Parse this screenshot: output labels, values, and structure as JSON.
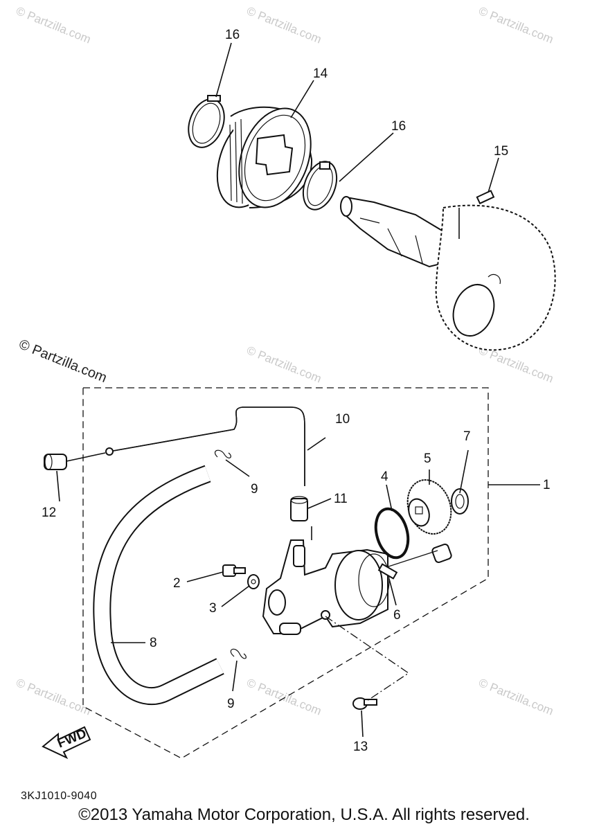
{
  "watermarks": {
    "text": "© Partzilla.com",
    "featured_text_line1": "© Partzilla",
    "featured_text_line2": ".com"
  },
  "callouts": {
    "c1": "1",
    "c2": "2",
    "c3": "3",
    "c4": "4",
    "c5": "5",
    "c6": "6",
    "c7": "7",
    "c8": "8",
    "c9a": "9",
    "c9b": "9",
    "c10": "10",
    "c11": "11",
    "c12": "12",
    "c13": "13",
    "c14": "14",
    "c15": "15",
    "c16a": "16",
    "c16b": "16"
  },
  "fwd_label": "FWD",
  "diagram_code": "3KJ1010-9040",
  "copyright": "©2013 Yamaha Motor Corporation, U.S.A. All rights reserved."
}
